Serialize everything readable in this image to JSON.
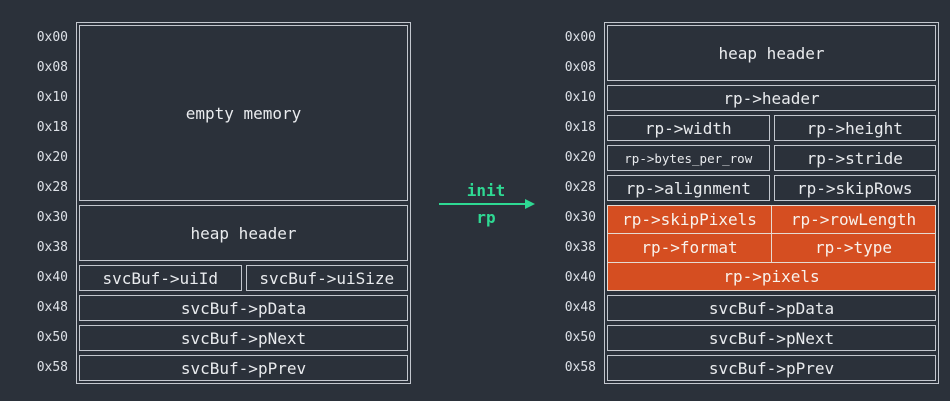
{
  "colors": {
    "background": "#2b313a",
    "border": "#c3c7ce",
    "text": "#e9ebee",
    "highlight_orange": "#d54e21",
    "accent_green": "#2ed993"
  },
  "arrow": {
    "top_label": "init",
    "bottom_label": "rp"
  },
  "left_diagram": {
    "addresses": [
      "0x00",
      "0x08",
      "0x10",
      "0x18",
      "0x20",
      "0x28",
      "0x30",
      "0x38",
      "0x40",
      "0x48",
      "0x50",
      "0x58"
    ],
    "empty_block": "empty memory",
    "heap_header": "heap header",
    "ui_id": "svcBuf->uiId",
    "ui_size": "svcBuf->uiSize",
    "p_data": "svcBuf->pData",
    "p_next": "svcBuf->pNext",
    "p_prev": "svcBuf->pPrev"
  },
  "right_diagram": {
    "addresses": [
      "0x00",
      "0x08",
      "0x10",
      "0x18",
      "0x20",
      "0x28",
      "0x30",
      "0x38",
      "0x40",
      "0x48",
      "0x50",
      "0x58"
    ],
    "heap_header": "heap header",
    "header": "rp->header",
    "width": "rp->width",
    "height": "rp->height",
    "bytes_per_row": "rp->bytes_per_row",
    "stride": "rp->stride",
    "alignment": "rp->alignment",
    "skip_rows": "rp->skipRows",
    "skip_pixels": "rp->skipPixels",
    "row_length": "rp->rowLength",
    "format": "rp->format",
    "type": "rp->type",
    "pixels": "rp->pixels",
    "p_data": "svcBuf->pData",
    "p_next": "svcBuf->pNext",
    "p_prev": "svcBuf->pPrev"
  }
}
